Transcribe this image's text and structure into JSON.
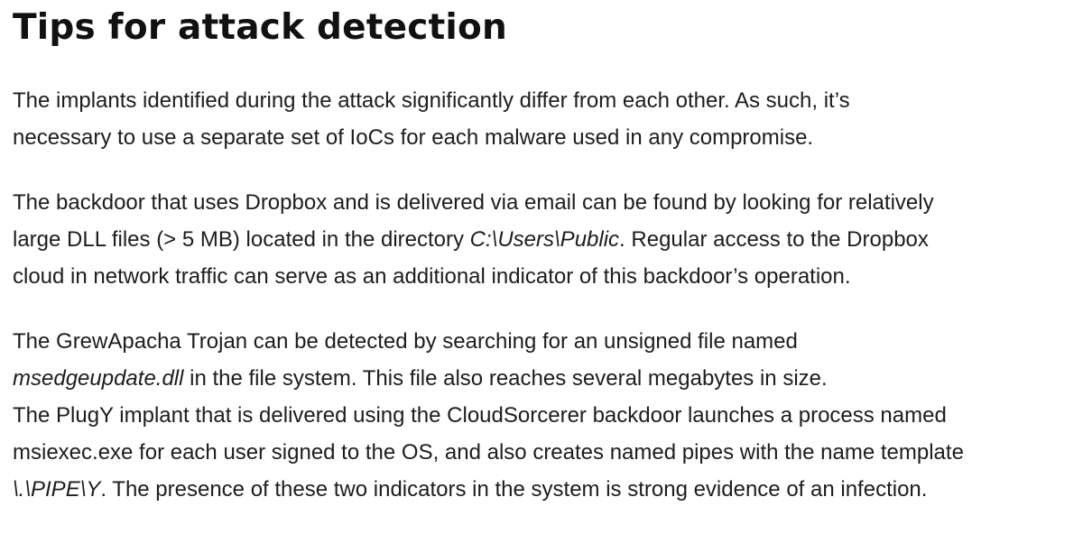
{
  "article": {
    "title": "Tips for attack detection",
    "p1": {
      "l1": "The implants identified during the attack significantly differ from each other. As such, it’s",
      "l2": "necessary to use a separate set of IoCs for each malware used in any compromise."
    },
    "p2": {
      "l1": "The backdoor that uses Dropbox and is delivered via email can be found by looking for relatively",
      "l2_a": "large DLL files (> 5 MB) located in the directory ",
      "l2_path": "C:\\Users\\Public",
      "l2_b": ". Regular access to the Dropbox",
      "l3": "cloud in network traffic can serve as an additional indicator of this backdoor’s operation."
    },
    "p3": {
      "l1": "The GrewApacha Trojan can be detected by searching for an unsigned file named",
      "l2_file": "msedgeupdate.dll",
      "l2_b": " in the file system. This file also reaches several megabytes in size."
    },
    "p4": {
      "l1": "The PlugY implant that is delivered using the CloudSorcerer backdoor launches a process named",
      "l2": "msiexec.exe for each user signed to the OS, and also creates named pipes with the name template",
      "l3_pipe": "\\.\\PIPE\\Y",
      "l3_b": ". The presence of these two indicators in the system is strong evidence of an infection."
    }
  }
}
